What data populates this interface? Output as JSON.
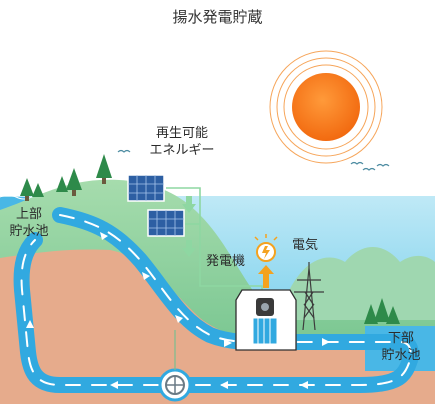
{
  "title": "揚水発電貯蔵",
  "labels": {
    "upper_reservoir": [
      "上部",
      "貯水池"
    ],
    "lower_reservoir": [
      "下部",
      "貯水池"
    ],
    "renewable_energy": [
      "再生可能",
      "エネルギー"
    ],
    "generator": "発電機",
    "electricity": "電気"
  },
  "colors": {
    "sky": "#ffffff",
    "earth": "#e6ab8c",
    "hill_grass": "#8fcf9d",
    "water": "#31a9e0",
    "flow_arrow": "#ffffff",
    "sun": "#f47f16",
    "energy_arrow": "#f4a21f"
  }
}
